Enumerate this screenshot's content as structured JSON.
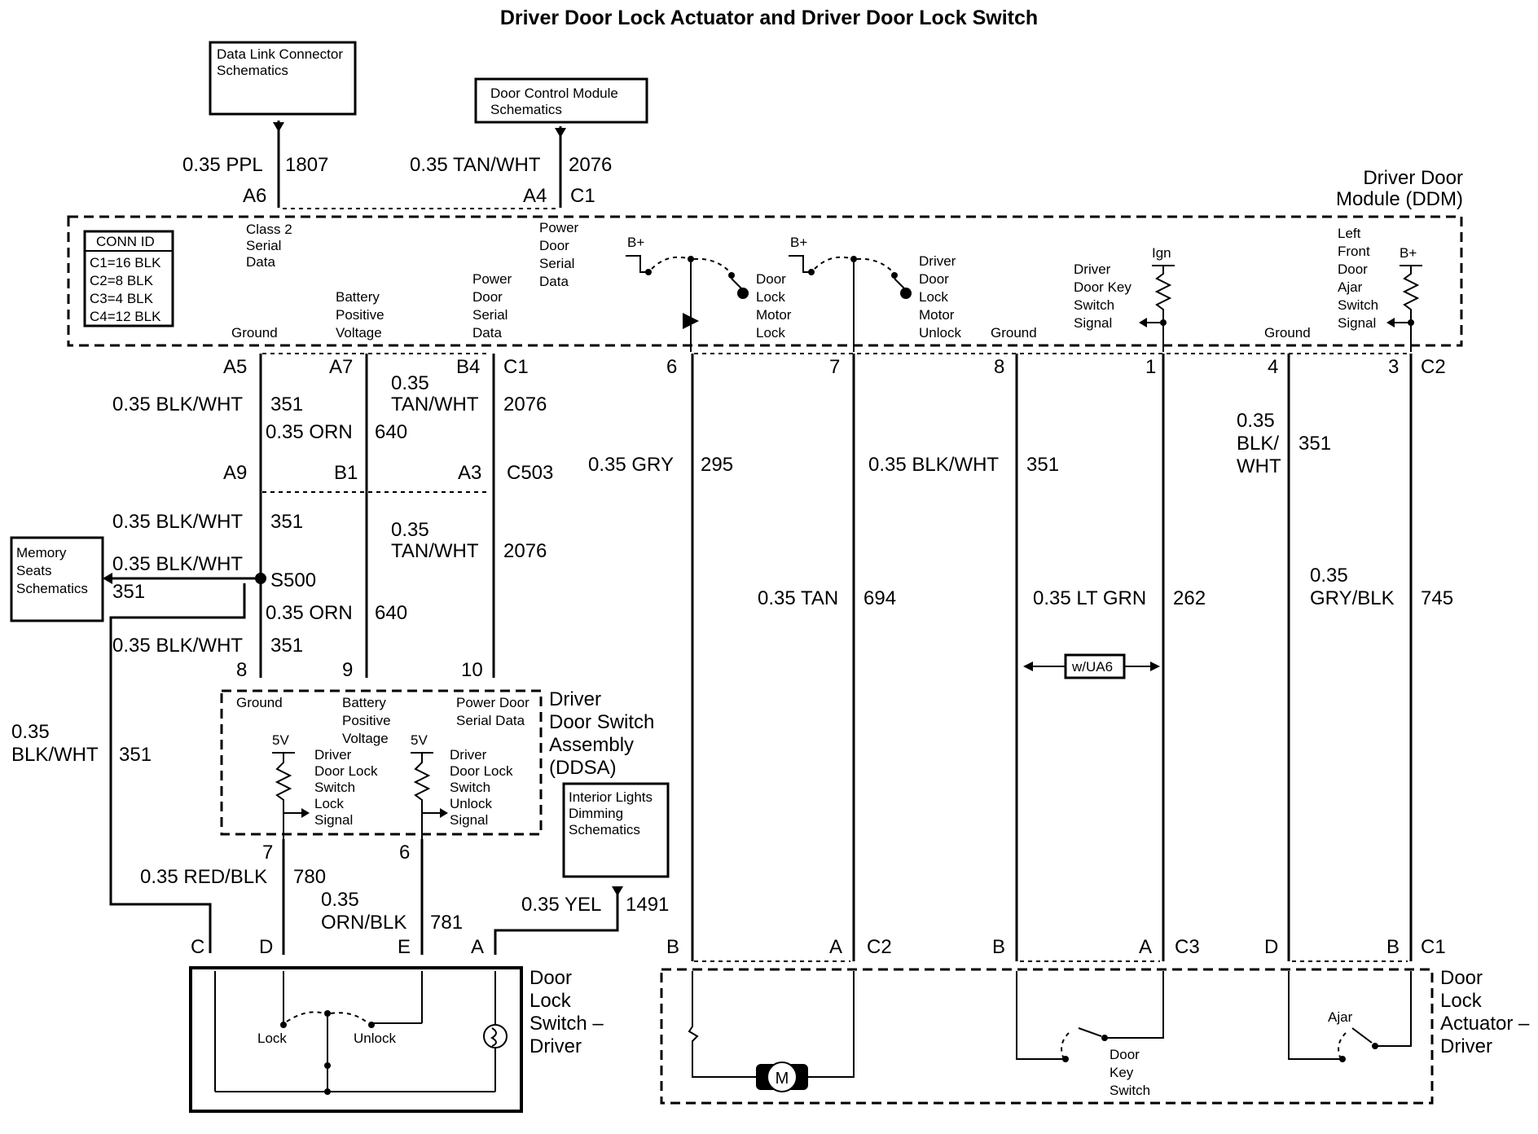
{
  "title": "Driver Door Lock Actuator and Driver Door Lock Switch",
  "boxes": {
    "dlc": [
      "Data Link Connector",
      "Schematics"
    ],
    "dcm": [
      "Door Control Module",
      "Schematics"
    ],
    "memory": [
      "Memory",
      "Seats",
      "Schematics"
    ],
    "interior": [
      "Interior Lights",
      "Dimming",
      "Schematics"
    ]
  },
  "ddm": {
    "name": [
      "Driver Door",
      "Module (DDM)"
    ],
    "conn_id": [
      "CONN ID",
      "C1=16 BLK",
      "C2=8 BLK",
      "C3=4 BLK",
      "C4=12 BLK"
    ],
    "labels": {
      "class2": [
        "Class 2",
        "Serial",
        "Data"
      ],
      "pdsd_top": [
        "Power",
        "Door",
        "Serial",
        "Data"
      ],
      "ground": "Ground",
      "bpv": [
        "Battery",
        "Positive",
        "Voltage"
      ],
      "pdsd": [
        "Power",
        "Door",
        "Serial",
        "Data"
      ],
      "bplus": "B+",
      "ign": "Ign",
      "dl_motor_lock": [
        "Door",
        "Lock",
        "Motor",
        "Lock"
      ],
      "ddl_motor_unlock": [
        "Driver",
        "Door",
        "Lock",
        "Motor",
        "Unlock"
      ],
      "key_switch": [
        "Driver",
        "Door Key",
        "Switch",
        "Signal"
      ],
      "ajar": [
        "Left",
        "Front",
        "Door",
        "Ajar",
        "Switch",
        "Signal"
      ]
    }
  },
  "wires": {
    "w1807": {
      "gauge": "0.35 PPL",
      "circuit": "1807",
      "pin": "A6"
    },
    "w2076_top": {
      "gauge": "0.35 TAN/WHT",
      "circuit": "2076",
      "pin": "A4",
      "conn": "C1"
    },
    "a5": "A5",
    "a7": "A7",
    "b4": "B4",
    "c1": "C1",
    "blkwht_351": "0.35 BLK/WHT",
    "c351": "351",
    "orn_640": "0.35 ORN",
    "c640": "640",
    "tanwht": [
      "0.35",
      "TAN/WHT"
    ],
    "c2076": "2076",
    "a9": "A9",
    "b1": "B1",
    "a3": "A3",
    "c503": "C503",
    "s500": "S500",
    "p8": "8",
    "p9": "9",
    "p10": "10",
    "pin6": "6",
    "pin7": "7",
    "pin8": "8",
    "pin1": "1",
    "pin4": "4",
    "pin3": "3",
    "c2": "C2",
    "gry_295": {
      "gauge": "0.35 GRY",
      "circuit": "295"
    },
    "tan_694": {
      "gauge": "0.35 TAN",
      "circuit": "694"
    },
    "blkwht_mid": {
      "gauge": "0.35 BLK/WHT",
      "circuit": "351"
    },
    "ltgrn_262": {
      "gauge": "0.35 LT GRN",
      "circuit": "262"
    },
    "blkwht_right": [
      "0.35",
      "BLK/",
      "WHT"
    ],
    "c351r": "351",
    "grybk": [
      "0.35",
      "GRY/BLK"
    ],
    "c745": "745",
    "left_blkwht": [
      "0.35",
      "BLK/WHT"
    ],
    "left351": "351",
    "redblk_780": {
      "gauge": "0.35 RED/BLK",
      "circuit": "780",
      "pin": "7"
    },
    "ornblk": [
      "0.35",
      "ORN/BLK"
    ],
    "c781": "781",
    "pin6s": "6",
    "yel_1491": {
      "gauge": "0.35 YEL",
      "circuit": "1491"
    },
    "ua6": "w/UA6"
  },
  "ddsa": {
    "name": [
      "Driver",
      "Door Switch",
      "Assembly",
      "(DDSA)"
    ],
    "ground": "Ground",
    "bpv": [
      "Battery",
      "Positive",
      "Voltage"
    ],
    "pdsd": [
      "Power Door",
      "Serial Data"
    ],
    "v5": "5V",
    "lock_sig": [
      "Driver",
      "Door Lock",
      "Switch",
      "Lock",
      "Signal"
    ],
    "unlock_sig": [
      "Driver",
      "Door Lock",
      "Switch",
      "Unlock",
      "Signal"
    ]
  },
  "bottom": {
    "pins_left": [
      "C",
      "D",
      "E",
      "A"
    ],
    "pins_mid": [
      "B",
      "A",
      "C2"
    ],
    "pins_r1": [
      "B",
      "A",
      "C3"
    ],
    "pins_r2": [
      "D",
      "B",
      "C1"
    ],
    "switch_name": [
      "Door",
      "Lock",
      "Switch –",
      "Driver"
    ],
    "lock": "Lock",
    "unlock": "Unlock",
    "motor": "M",
    "door_key_switch": [
      "Door",
      "Key",
      "Switch"
    ],
    "ajar": "Ajar",
    "actuator_name": [
      "Door",
      "Lock",
      "Actuator –",
      "Driver"
    ]
  }
}
